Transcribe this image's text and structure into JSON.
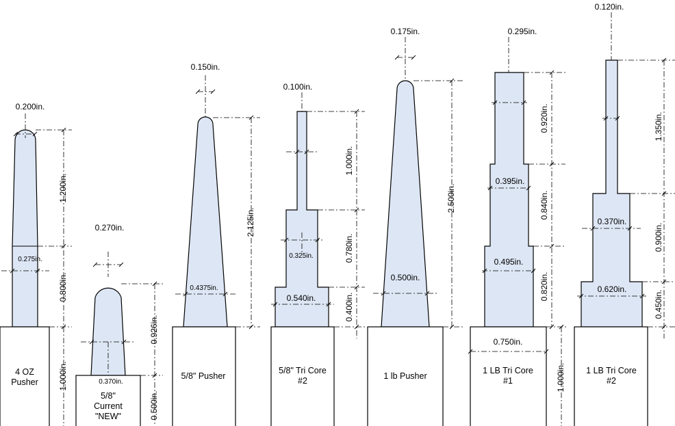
{
  "parts": {
    "p1": {
      "name_lines": [
        "4 OZ",
        "Pusher"
      ],
      "tip_label": "0.200in.",
      "mid_label": "0.275in.",
      "len_upper": "1.200in.",
      "len_lower": "0.800in.",
      "base_label": "1.000in."
    },
    "p2": {
      "name_lines": [
        "5/8\"",
        "Current",
        "\"NEW\""
      ],
      "tip_label": "0.270in.",
      "mid_label": "0.370in.",
      "len_label": "0.926in.",
      "base_label": "0.500in."
    },
    "p3": {
      "name_lines": [
        "5/8\" Pusher"
      ],
      "tip_label": "0.150in.",
      "mid_label": "0.4375in.",
      "len_label": "2.125in."
    },
    "p4": {
      "name_lines": [
        "5/8\" Tri Core",
        "#2"
      ],
      "tip_label": "0.100in.",
      "mid_label": "0.325in.",
      "low_label": "0.540in.",
      "len_upper": "1.000in.",
      "len_mid": "0.780in.",
      "len_lower": "0.400in."
    },
    "p5": {
      "name_lines": [
        "1 lb Pusher"
      ],
      "tip_label": "0.175in.",
      "mid_label": "0.500in.",
      "len_label": "2.500in."
    },
    "p6": {
      "name_lines": [
        "1 LB Tri Core",
        "#1"
      ],
      "tip_label": "0.295in.",
      "mid_label": "0.395in.",
      "low_label": "0.495in.",
      "base_width_label": "0.750in.",
      "len_upper": "0.920in.",
      "len_mid": "0.840in.",
      "len_lower": "0.820in.",
      "base_label": "1.000in."
    },
    "p7": {
      "name_lines": [
        "1 LB Tri Core",
        "#2"
      ],
      "tip_label": "0.120in.",
      "mid_label": "0.370in.",
      "low_label": "0.620in.",
      "len_upper": "1.350in.",
      "len_mid": "0.900in.",
      "len_lower": "0.450in."
    }
  }
}
